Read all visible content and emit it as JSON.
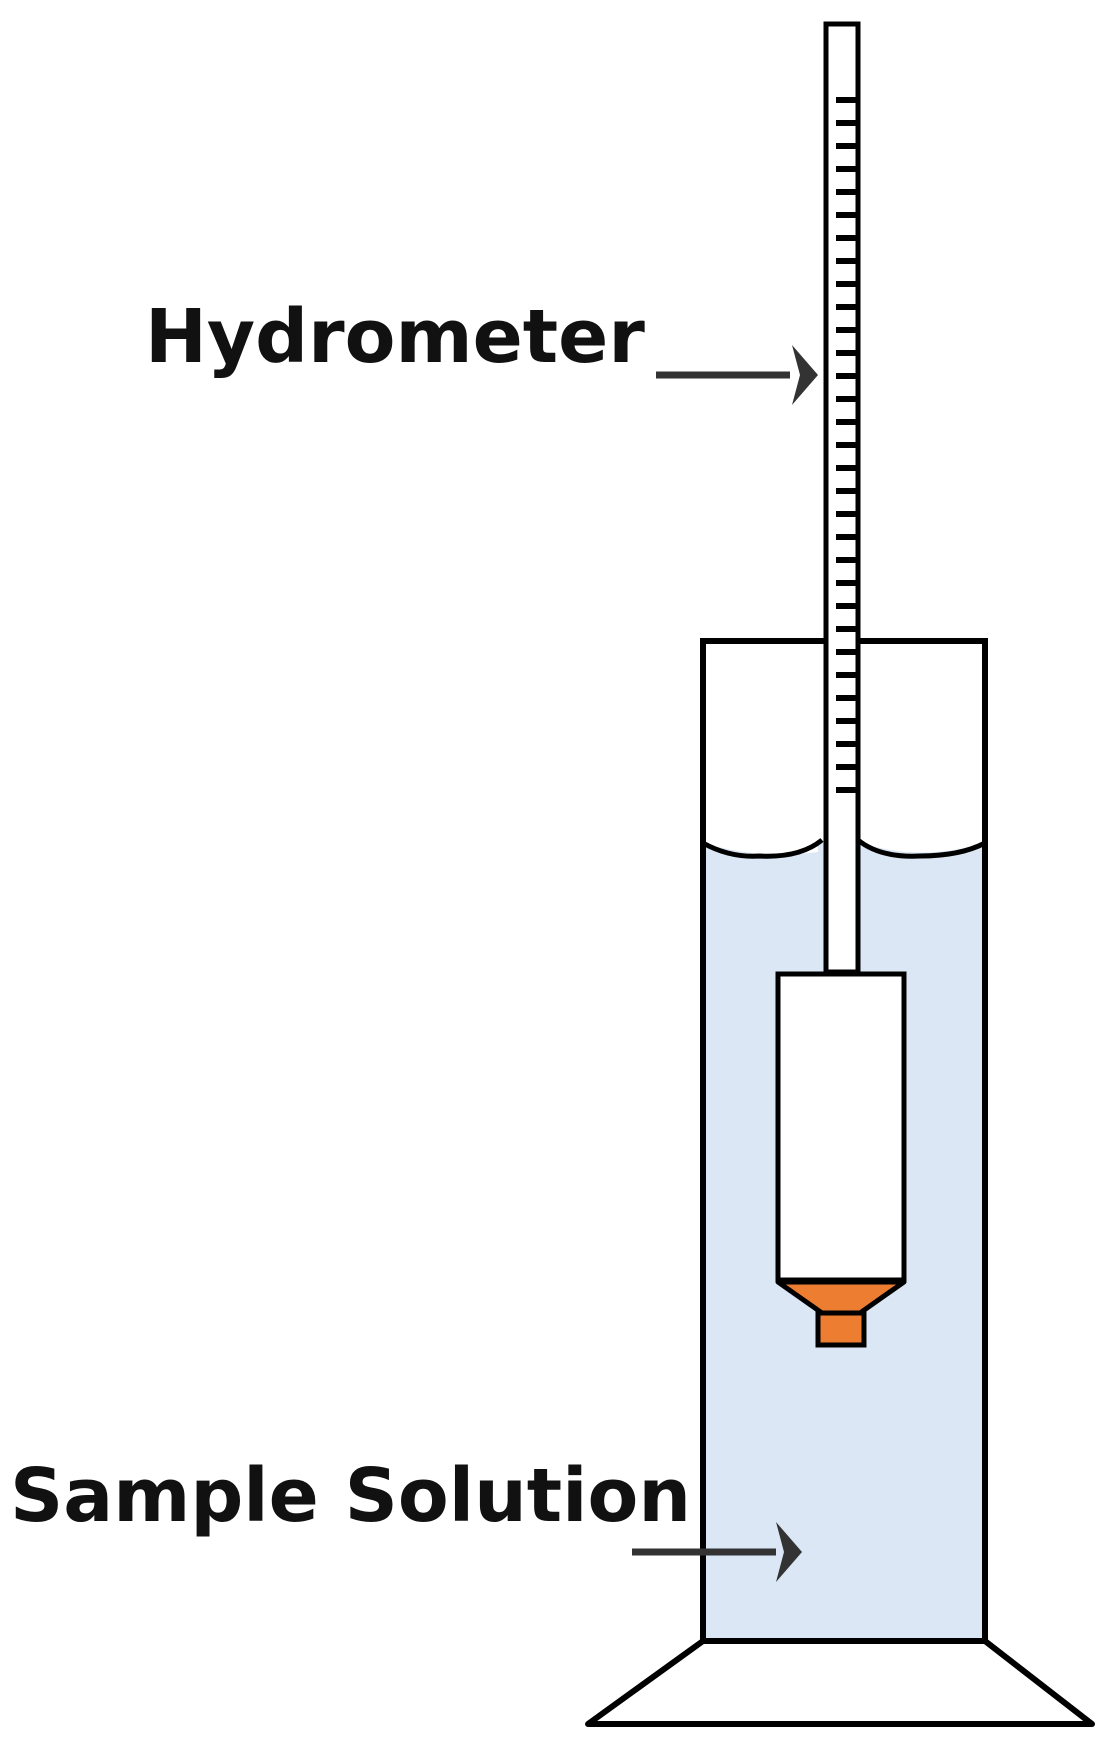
{
  "labels": {
    "hydrometer": "Hydrometer",
    "sample_solution": "Sample Solution"
  },
  "colors": {
    "outline": "#000000",
    "liquid": "#dbe7f4",
    "hydrometer_body": "#ffffff",
    "ballast": "#ed7d31",
    "background": "#ffffff"
  },
  "scale": {
    "tick_count": 31
  }
}
